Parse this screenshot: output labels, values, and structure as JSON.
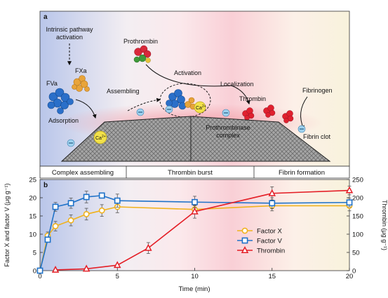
{
  "panel_a": {
    "letter": "a",
    "labels": {
      "intrinsic": [
        "Intrinsic pathway",
        "activation"
      ],
      "fxa": "FXa",
      "fva": "FVa",
      "adsorption": "Adsorption",
      "assembling": "Assembling",
      "ca": "Ca",
      "ca_sup": "2+",
      "prothrombin": "Prothrombin",
      "activation": "Activation",
      "localization": "Localization",
      "thrombin": "Thrombin",
      "fibrinogen": "Fibrinogen",
      "fibrin_clot": "Fibrin clot",
      "complex": [
        "Prothrombinase",
        "complex"
      ]
    },
    "phases": [
      "Complex assembling",
      "Thrombin burst",
      "Fibrin formation"
    ],
    "colors": {
      "fva": "#2a6fc9",
      "fxa": "#e8a43a",
      "prothrombin_red": "#d8283a",
      "prothrombin_green": "#3f9a3a",
      "thrombin": "#e0202e",
      "ca": "#f2e14a"
    }
  },
  "panel_b": {
    "letter": "b"
  },
  "chart_data": {
    "type": "line",
    "xlabel": "Time (min)",
    "ylabel_left": "Factor X and factor V (μg g⁻¹)",
    "ylabel_right": "Thrombin (μg g⁻¹)",
    "xlim": [
      0,
      20
    ],
    "ylim_left": [
      0,
      25
    ],
    "ylim_right": [
      0,
      250
    ],
    "xticks": [
      0,
      5,
      10,
      15,
      20
    ],
    "yticks_left": [
      0,
      5,
      10,
      15,
      20,
      25
    ],
    "yticks_right": [
      0,
      50,
      100,
      150,
      200,
      250
    ],
    "legend_position": "right",
    "series": [
      {
        "name": "Factor X",
        "axis": "left",
        "color": "#f0b21e",
        "marker": "circle",
        "x": [
          0,
          0.5,
          1,
          2,
          3,
          4,
          5,
          10,
          15,
          20
        ],
        "y": [
          0,
          9.6,
          12.2,
          13.8,
          15.5,
          16.5,
          17.5,
          16.8,
          17.8,
          17.8
        ],
        "err": [
          0,
          1.0,
          1.3,
          1.5,
          1.6,
          1.6,
          1.6,
          1.0,
          1.4,
          1.4
        ]
      },
      {
        "name": "Factor V",
        "axis": "left",
        "color": "#1f72c9",
        "marker": "square",
        "x": [
          0,
          0.5,
          1,
          2,
          3,
          4,
          5,
          10,
          15,
          20
        ],
        "y": [
          0,
          8.5,
          17.5,
          18.5,
          20.2,
          20.6,
          19.2,
          18.8,
          18.5,
          18.7
        ],
        "err": [
          0,
          0.6,
          1.2,
          1.4,
          1.6,
          0.6,
          1.8,
          1.6,
          1.5,
          1.2
        ]
      },
      {
        "name": "Thrombin",
        "axis": "right",
        "color": "#e41e26",
        "marker": "triangle",
        "x": [
          1,
          3,
          5,
          7,
          10,
          15,
          20
        ],
        "y": [
          2,
          5,
          15,
          62,
          162,
          212,
          220
        ],
        "err": [
          0,
          0,
          0,
          15,
          18,
          18,
          12
        ]
      }
    ]
  }
}
